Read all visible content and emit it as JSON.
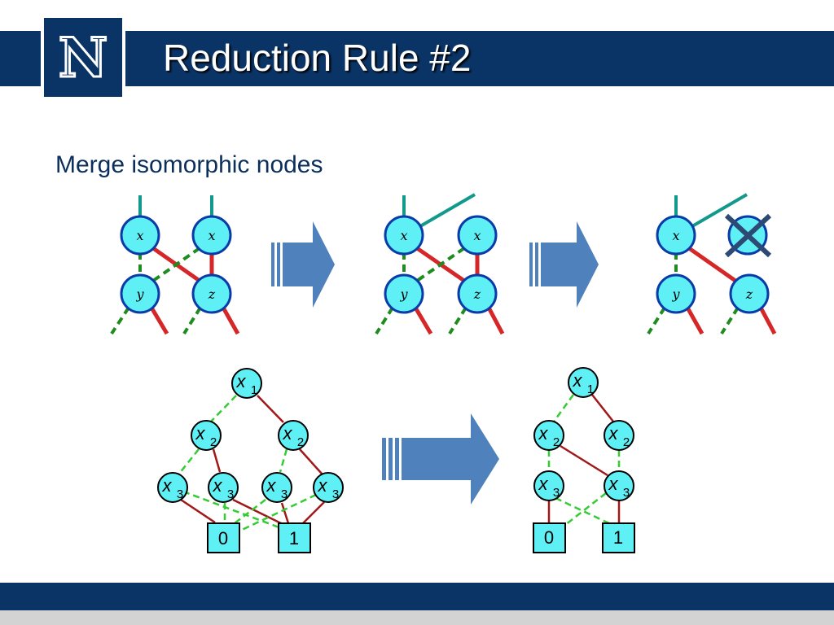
{
  "slide": {
    "title": "Reduction Rule #2",
    "subtitle": "Merge isomorphic nodes"
  },
  "colors": {
    "header": "#0b3466",
    "node_fill": "#5ff0f6",
    "node_stroke": "#0b3ba8",
    "red_edge": "#d62728",
    "green_edge": "#1e8c1e",
    "teal_edge": "#11998c",
    "arrow": "#4f81bd"
  },
  "top_row": {
    "stage1": {
      "node_x_left": "x",
      "node_x_right": "x",
      "node_y": "y",
      "node_z": "z"
    },
    "stage2": {
      "node_x_left": "x",
      "node_x_right": "x",
      "node_y": "y",
      "node_z": "z"
    },
    "stage3": {
      "node_x": "x",
      "node_y": "y",
      "node_z": "z",
      "removed_icon": "cross-mark-icon"
    }
  },
  "bottom_row": {
    "before": {
      "x1": {
        "var": "x",
        "sub": "1"
      },
      "x2_left": {
        "var": "x",
        "sub": "2"
      },
      "x2_right": {
        "var": "x",
        "sub": "2"
      },
      "x3_a": {
        "var": "x",
        "sub": "3"
      },
      "x3_b": {
        "var": "x",
        "sub": "3"
      },
      "x3_c": {
        "var": "x",
        "sub": "3"
      },
      "x3_d": {
        "var": "x",
        "sub": "3"
      },
      "terminal_0": "0",
      "terminal_1": "1"
    },
    "after": {
      "x1": {
        "var": "x",
        "sub": "1"
      },
      "x2_left": {
        "var": "x",
        "sub": "2"
      },
      "x2_right": {
        "var": "x",
        "sub": "2"
      },
      "x3_left": {
        "var": "x",
        "sub": "3"
      },
      "x3_right": {
        "var": "x",
        "sub": "3"
      },
      "terminal_0": "0",
      "terminal_1": "1"
    }
  }
}
